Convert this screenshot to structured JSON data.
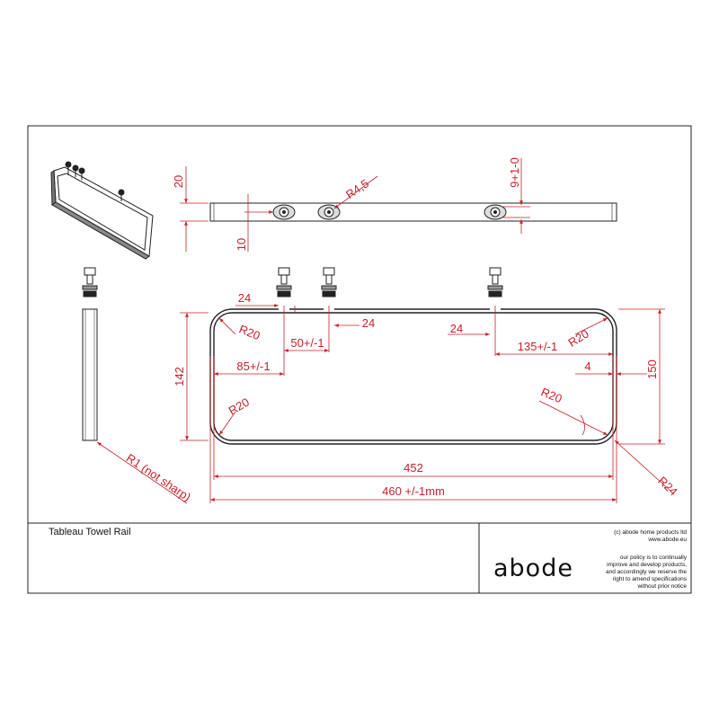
{
  "title_block": {
    "title": "Tableau Towel Rail",
    "copyright": "(c) abode home products ltd",
    "website": "www.abode.eu",
    "logo": "abode",
    "policy_lines": [
      "our policy is to continually",
      "improve and develop products,",
      "and accordingly we reserve the",
      "right to amend specifications",
      "without prior notice"
    ]
  },
  "dimensions": {
    "top_height": "20",
    "top_offset": "10",
    "hole_radius": "R4,5",
    "right_tolerance": "9+1-0",
    "slot_left": "24",
    "slot_mid": "24",
    "slot_right": "24",
    "spacing_50": "50+/-1",
    "spacing_85": "85+/-1",
    "spacing_135": "135+/-1",
    "radius_tl": "R20",
    "radius_bl": "R20",
    "radius_tr": "R20",
    "radius_inner_br": "R20",
    "radius_outer": "R24",
    "inner_height": "142",
    "outer_height": "150",
    "wall": "4",
    "inner_width": "452",
    "outer_width": "460 +/-1mm",
    "edge_radius": "R1 (not sharp)"
  },
  "colors": {
    "dimension": "#c8202a",
    "line": "#222222"
  }
}
